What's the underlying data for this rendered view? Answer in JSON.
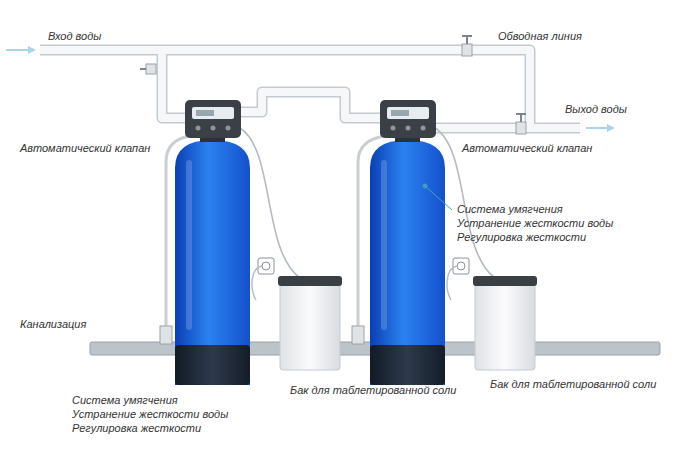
{
  "diagram": {
    "labels": [
      "Вход воды",
      "Обводная линия",
      "Выход воды",
      "Автоматический клапан",
      "Автоматический клапан",
      "Система умягчения",
      "Устранение жесткости воды",
      "Регулировка жесткости",
      "Канализация",
      "Система умягчения",
      "Устранение жесткости воды",
      "Регулировка жесткости",
      "Бак для таблетированной соли",
      "Бак для таблетированной соли"
    ]
  }
}
